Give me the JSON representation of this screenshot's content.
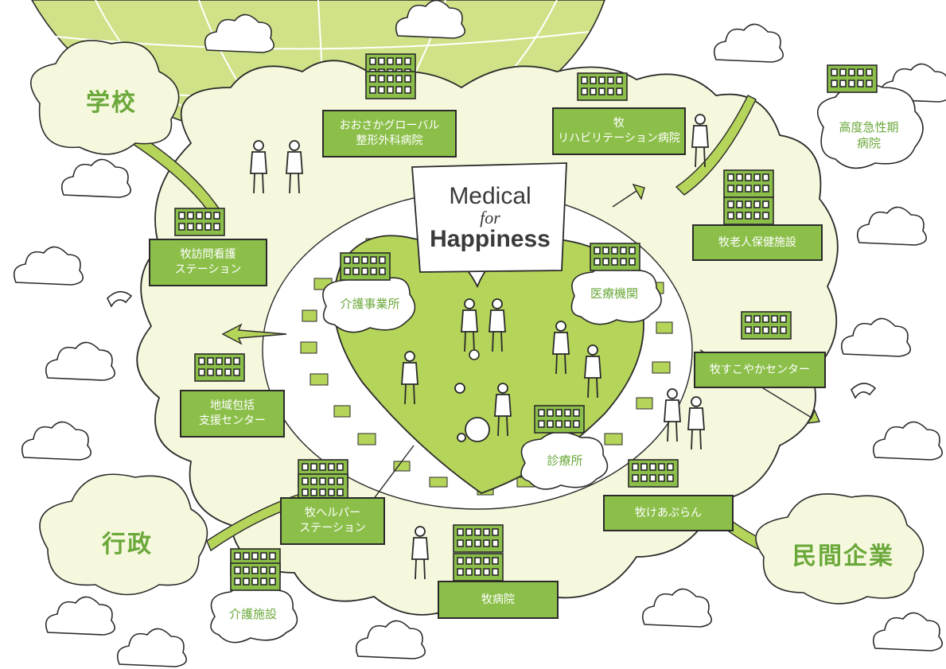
{
  "hero": {
    "line1": "Medical",
    "line2": "for",
    "line3": "Happiness"
  },
  "clouds": {
    "school": "学校",
    "government": "行政",
    "private_company": "民間企業",
    "care_office": "介護事業所",
    "medical_institution": "医療機関",
    "clinic": "診療所",
    "care_facility": "介護施設",
    "acute_hospital_line1": "高度急性期",
    "acute_hospital_line2": "病院"
  },
  "facilities": {
    "osaka_global_line1": "おおさかグローバル",
    "osaka_global_line2": "整形外科病院",
    "rehab_line1": "牧",
    "rehab_line2": "リハビリテーション病院",
    "nursing_station_line1": "牧訪問看護",
    "nursing_station_line2": "ステーション",
    "elderly_facility": "牧老人保健施設",
    "community_center_line1": "地域包括",
    "community_center_line2": "支援センター",
    "sukoyaka_center": "牧すこやかセンター",
    "helper_station_line1": "牧ヘルパー",
    "helper_station_line2": "ステーション",
    "care_plan": "牧けあぷらん",
    "maki_hospital": "牧病院"
  },
  "colors": {
    "accent_green": "#8cbf4a",
    "cloud_fill": "#f6f8dd",
    "globe_fill": "#cfe287",
    "heart_fill": "#b5d45a",
    "text_green": "#6aa83a"
  }
}
